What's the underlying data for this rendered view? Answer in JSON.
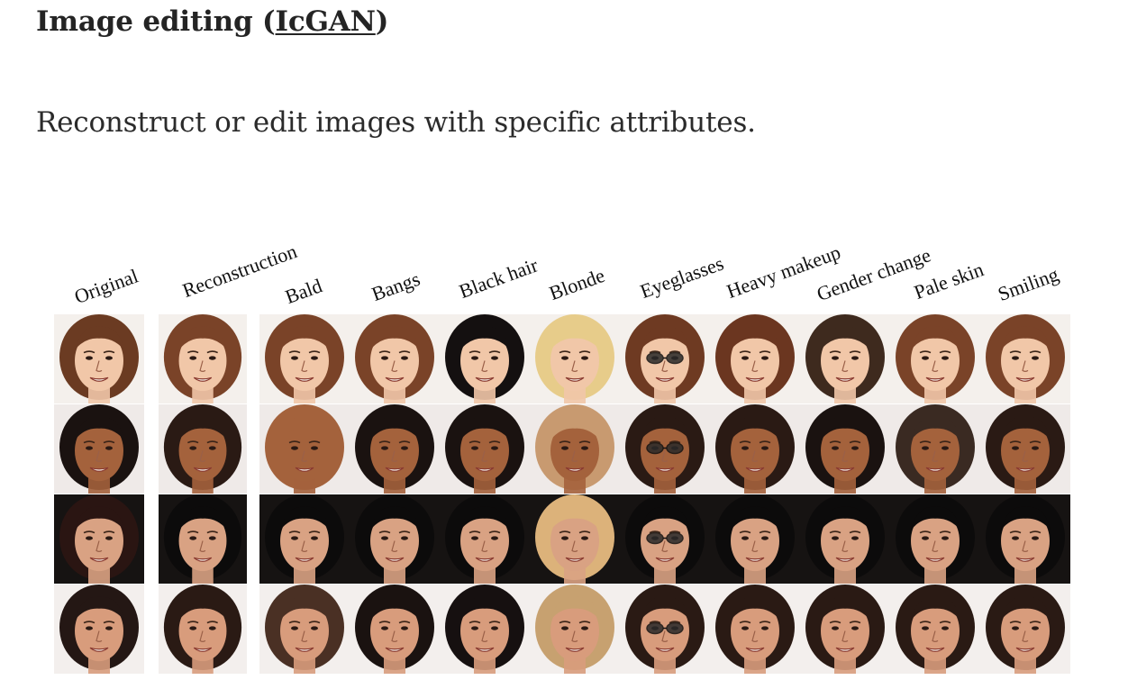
{
  "section": {
    "title_prefix": "Image editing (",
    "title_link": "IcGAN",
    "title_suffix": ")",
    "description": "Reconstruct or edit images with specific attributes."
  },
  "figure": {
    "columns": [
      "Original",
      "Reconstruction",
      "Bald",
      "Bangs",
      "Black hair",
      "Blonde",
      "Eyeglasses",
      "Heavy makeup",
      "Gender change",
      "Pale skin",
      "Smiling"
    ],
    "rows": [
      {
        "subject": "woman-brown-hair",
        "skin": "#f1c7a8",
        "hair": [
          "#6b3b22",
          "#7a4328",
          "#7a4328",
          "#7a4328",
          "#141010",
          "#e7cc8a",
          "#6e3a22",
          "#6b3620",
          "#3e2a1e",
          "#7a4328",
          "#7a4328"
        ],
        "glasses": [
          false,
          false,
          false,
          false,
          false,
          false,
          true,
          false,
          false,
          false,
          false
        ],
        "background": "#f4f0ec"
      },
      {
        "subject": "man-dark-skin",
        "skin": "#a4623c",
        "hair": [
          "#1a1210",
          "#2a1a14",
          "#a4623c",
          "#1a1210",
          "#1a1210",
          "#c89a70",
          "#2a1a14",
          "#2a1a14",
          "#1a1210",
          "#3a2a22",
          "#2a1a14"
        ],
        "glasses": [
          false,
          false,
          false,
          false,
          false,
          false,
          true,
          false,
          false,
          false,
          false
        ],
        "background": "#efeae8"
      },
      {
        "subject": "woman-dark-hair",
        "skin": "#d9a283",
        "hair": [
          "#2a1512",
          "#0c0b0b",
          "#0c0b0b",
          "#0c0b0b",
          "#0c0b0b",
          "#dcb27a",
          "#0c0b0b",
          "#0c0b0b",
          "#0c0b0b",
          "#0c0b0b",
          "#0c0b0b"
        ],
        "glasses": [
          false,
          false,
          false,
          false,
          false,
          false,
          true,
          false,
          false,
          false,
          false
        ],
        "background": "#161312"
      },
      {
        "subject": "man-short-hair",
        "skin": "#d89c7c",
        "hair": [
          "#241714",
          "#2a1a14",
          "#4a3024",
          "#1a1210",
          "#161010",
          "#c7a170",
          "#2a1a14",
          "#2a1a14",
          "#2a1a14",
          "#2a1a14",
          "#2a1a14"
        ],
        "glasses": [
          false,
          false,
          false,
          false,
          false,
          false,
          true,
          false,
          false,
          false,
          false
        ],
        "background": "#f3efed"
      }
    ]
  }
}
